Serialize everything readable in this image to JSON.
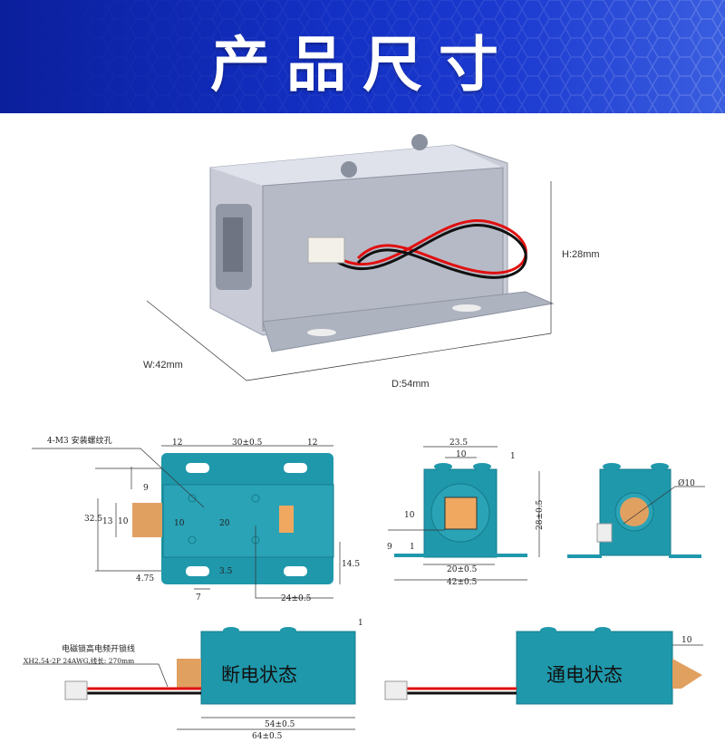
{
  "header": {
    "title": "产品尺寸"
  },
  "photo": {
    "height_label": "H:28mm",
    "width_label": "W:42mm",
    "depth_label": "D:54mm"
  },
  "front_view": {
    "callout": "4-M3 安装螺纹孔",
    "dims": {
      "top_left": "12",
      "top_mid": "30±0.5",
      "top_right": "12",
      "plunger_len": "9",
      "overall_h": "32.5",
      "h13": "13",
      "h10": "10",
      "hole_x1": "10",
      "hole_x2": "20",
      "slot_h": "3.5",
      "bottom_offset": "4.75",
      "slot_w": "7",
      "hole_bottom": "24±0.5",
      "right_h": "14.5"
    }
  },
  "side_view": {
    "dims": {
      "width_top": "23.5",
      "plunger_w": "10",
      "top_gap": "1",
      "plunger_h": "10",
      "base_h": "9",
      "plate_t": "1",
      "height": "28±0.5",
      "inner_w": "20±0.5",
      "overall_w": "42±0.5"
    }
  },
  "end_view": {
    "dims": {
      "diameter": "Ø10"
    }
  },
  "off_state": {
    "label": "断电状态",
    "wire_title": "电磁锁高电频开锁线",
    "wire_spec": "XH2.54-2P 24AWG,线长: 270mm",
    "dim_body": "54±0.5",
    "dim_total": "64±0.5",
    "dim_gap": "1"
  },
  "on_state": {
    "label": "通电状态",
    "dim_extend": "10"
  },
  "colors": {
    "header": "#1330c4",
    "body": "#1f98ab",
    "brass": "#e0a060",
    "wire_red": "#e01010"
  }
}
